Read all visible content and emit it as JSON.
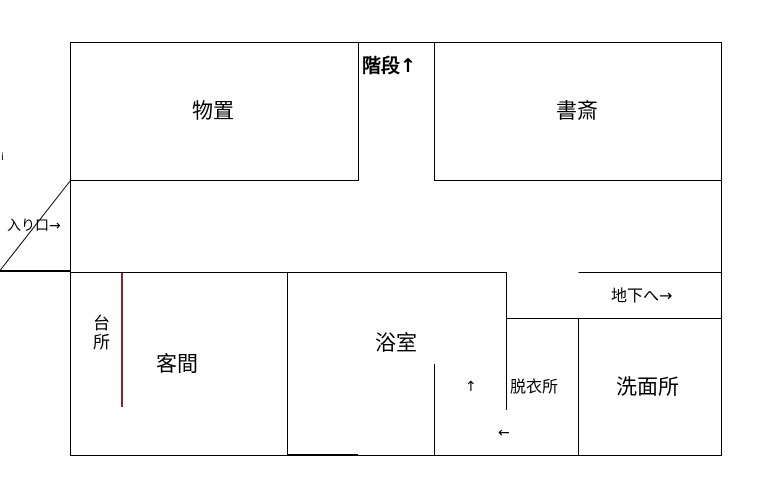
{
  "rooms": {
    "storage": "物置",
    "stairs": "階段↑",
    "study": "書斎",
    "entrance": "入り口→",
    "kitchen": "台所",
    "guest_room": "客間",
    "bathroom": "浴室",
    "changing_room": "脱衣所",
    "washroom": "洗面所",
    "basement": "地下へ→",
    "arrow_up": "↑",
    "arrow_left": "←",
    "mark": "i"
  }
}
